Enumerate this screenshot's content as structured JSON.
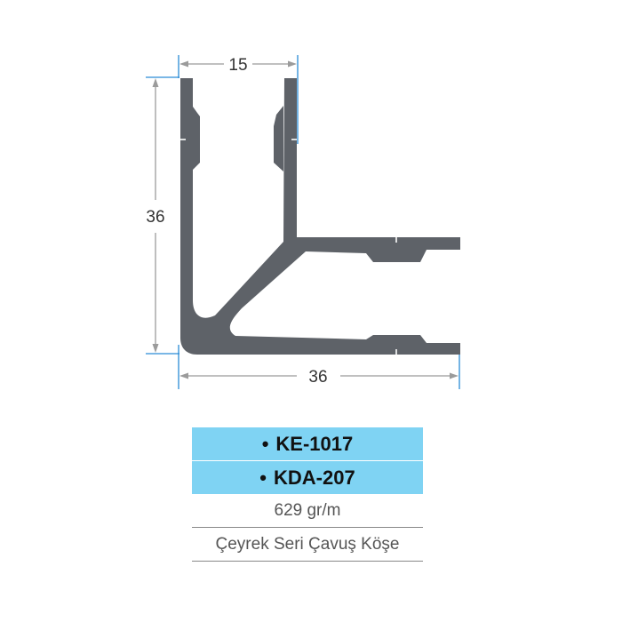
{
  "colors": {
    "profile_fill": "#5e6268",
    "dimension_line": "#9b9b9b",
    "extension_line": "#2a8cd6",
    "code_row_background": "#7fd3f3"
  },
  "dimensions": {
    "top_width": "15",
    "height": "36",
    "bottom_width": "36"
  },
  "spec_table": {
    "codes": [
      {
        "bullet": "•",
        "code": "KE-1017"
      },
      {
        "bullet": "•",
        "code": "KDA-207"
      }
    ],
    "weight": "629 gr/m",
    "description": "Çeyrek Seri Çavuş Köşe"
  }
}
